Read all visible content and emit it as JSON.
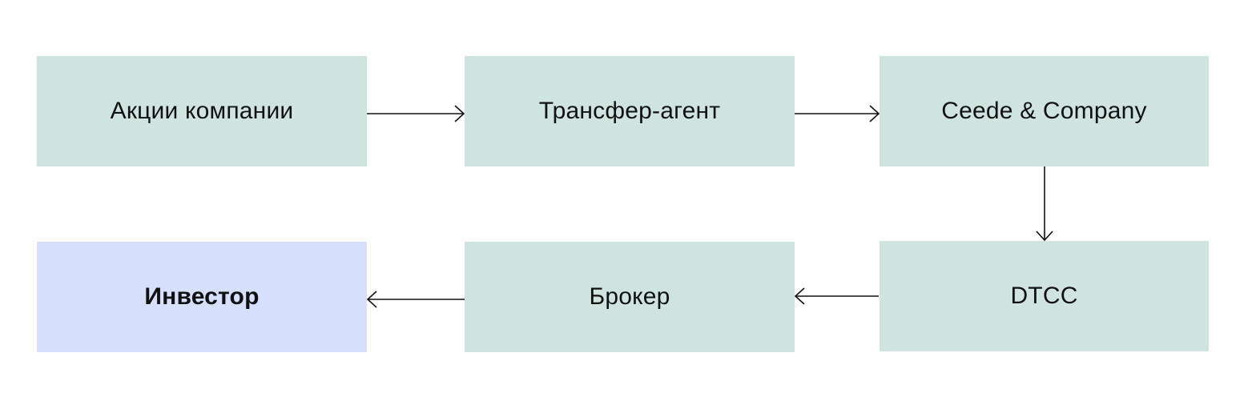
{
  "diagram": {
    "nodes": {
      "shares": "Акции компании",
      "transfer_agent": "Трансфер-агент",
      "cede": "Ceede & Company",
      "dtcc": "DTCC",
      "broker": "Брокер",
      "investor": "Инвестор"
    },
    "edges": [
      {
        "from": "shares",
        "to": "transfer_agent"
      },
      {
        "from": "transfer_agent",
        "to": "cede"
      },
      {
        "from": "cede",
        "to": "dtcc"
      },
      {
        "from": "dtcc",
        "to": "broker"
      },
      {
        "from": "broker",
        "to": "investor"
      }
    ],
    "colors": {
      "node_fill": "#d0e4df",
      "highlight_fill": "#d6e0fc",
      "arrow": "#111111"
    }
  }
}
